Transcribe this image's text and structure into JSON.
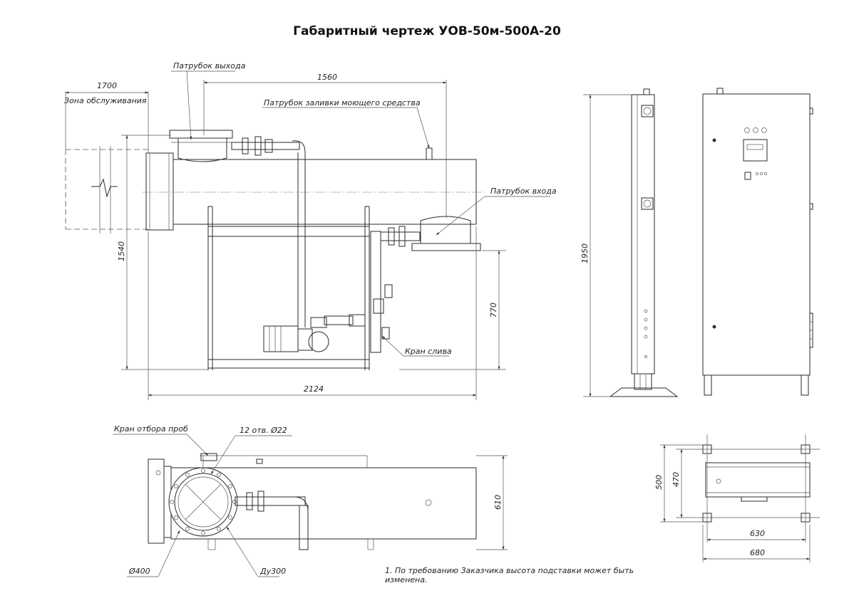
{
  "title": "Габаритный чертеж УОВ-50м-500А-20",
  "labels": {
    "outlet_pipe": "Патрубок выхода",
    "service_zone": "Зона обслуживания",
    "detergent_pipe": "Патрубок заливки моющего средства",
    "inlet_pipe": "Патрубок входа",
    "drain_valve": "Кран слива",
    "sample_valve": "Кран отбора проб",
    "holes": "12 отв. Ø22",
    "diameter_400": "Ø400",
    "du300": "Ду300"
  },
  "dimensions": {
    "d1700": "1700",
    "d1560": "1560",
    "d1540": "1540",
    "d770": "770",
    "d2124": "2124",
    "d1950": "1950",
    "d610": "610",
    "d500": "500",
    "d470": "470",
    "d630": "630",
    "d680": "680"
  },
  "note": {
    "line1": "1. По требованию Заказчика высота подставки может быть",
    "line2": "изменена."
  }
}
